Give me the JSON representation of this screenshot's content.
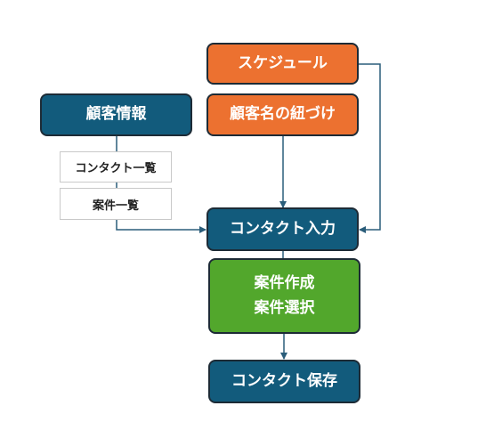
{
  "nodes": {
    "schedule": "スケジュール",
    "customer_link": "顧客名の紐づけ",
    "customer_info": "顧客情報",
    "contact_list": "コンタクト一覧",
    "case_list": "案件一覧",
    "contact_input": "コンタクト入力",
    "case_actions": [
      "案件作成",
      "案件選択"
    ],
    "contact_save": "コンタクト保存"
  },
  "colors": {
    "blue": "#125b7c",
    "orange": "#ec7130",
    "green": "#52a72c",
    "border": "#1d2b36",
    "connector": "#2a5d7a"
  }
}
